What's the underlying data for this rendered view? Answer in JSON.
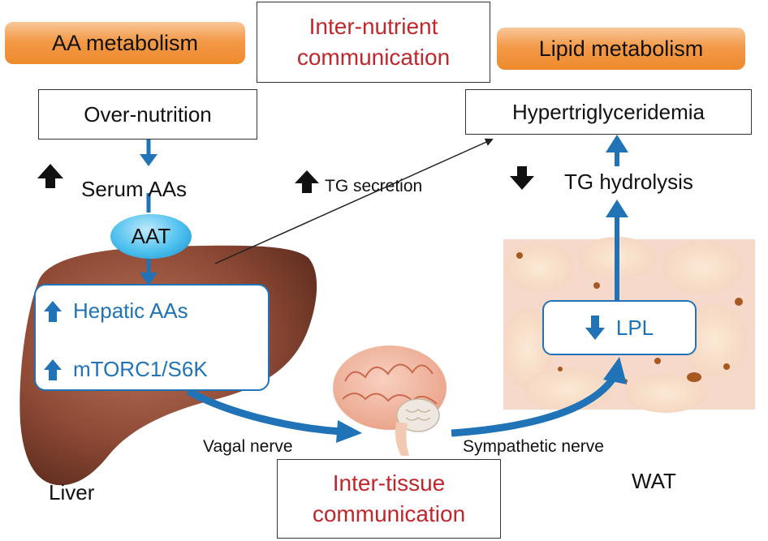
{
  "banners": {
    "aa_metabolism": "AA metabolism",
    "lipid_metabolism": "Lipid metabolism"
  },
  "inter_nutrient": {
    "line1": "Inter-nutrient",
    "line2": "communication"
  },
  "inter_tissue": {
    "line1": "Inter-tissue",
    "line2": "communication"
  },
  "left": {
    "over_nutrition": "Over-nutrition",
    "serum_aas": "Serum AAs",
    "aat": "AAT",
    "hepatic_aas": "Hepatic AAs",
    "mtorc1": "mTORC1/S6K",
    "liver": "Liver"
  },
  "middle": {
    "tg_secretion": "TG secretion",
    "vagal_nerve": "Vagal nerve",
    "sympathetic_nerve": "Sympathetic nerve"
  },
  "right": {
    "hypertriglyceridemia": "Hypertriglyceridemia",
    "tg_hydrolysis": "TG hydrolysis",
    "lpl": "LPL",
    "wat": "WAT"
  },
  "colors": {
    "arrow_blue": "#1f73b6",
    "accent_red": "#c0272d",
    "banner_orange": "#f39a48",
    "liver_brown": "#8e4a35"
  }
}
